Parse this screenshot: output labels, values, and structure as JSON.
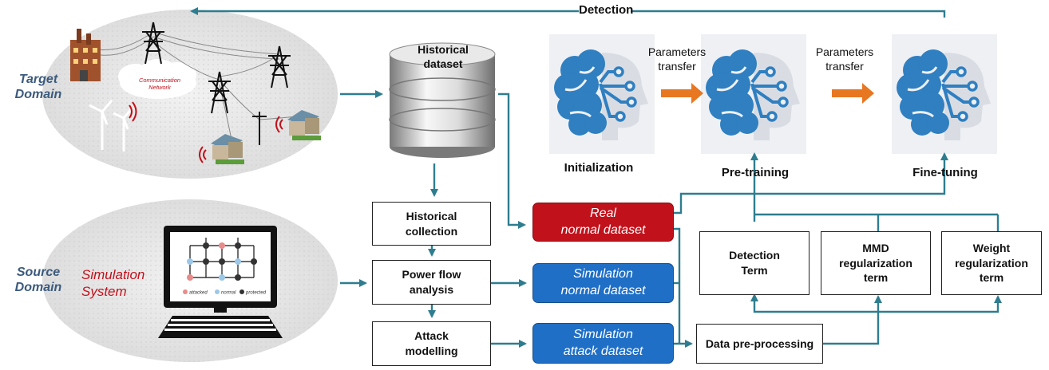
{
  "target_domain": {
    "label": "Target\nDomain",
    "network_label": "Communication\nNetwork"
  },
  "source_domain": {
    "label": "Source\nDomain",
    "system_label": "Simulation\nSystem",
    "monitor_legend": [
      "attacked",
      "normal",
      "protected"
    ]
  },
  "detection_label": "Detection",
  "historical_dataset": "Historical\ndataset",
  "stages": {
    "initialization": "Initialization",
    "pre_training": "Pre-training",
    "fine_tuning": "Fine-tuning"
  },
  "transfer_labels": [
    "Parameters\ntransfer",
    "Parameters\ntransfer"
  ],
  "process_boxes": {
    "historical_collection": "Historical\ncollection",
    "power_flow_analysis": "Power flow\nanalysis",
    "attack_modelling": "Attack\nmodelling",
    "data_preprocessing": "Data pre-processing"
  },
  "datasets": {
    "real_normal": "Real\nnormal dataset",
    "sim_normal": "Simulation\nnormal dataset",
    "sim_attack": "Simulation\nattack dataset"
  },
  "loss_terms": {
    "detection_term": "Detection\nTerm",
    "mmd_term": "MMD\nregularization\nterm",
    "weight_term": "Weight\nregularization\nterm"
  },
  "colors": {
    "arrow": "#2e7d8f",
    "orange_arrow": "#e87722",
    "brain": "#2f7fc1",
    "real_dataset": "#c1121c",
    "sim_dataset": "#1f6fc6",
    "domain_text": "#3b5a7d",
    "system_text": "#c1121c"
  }
}
